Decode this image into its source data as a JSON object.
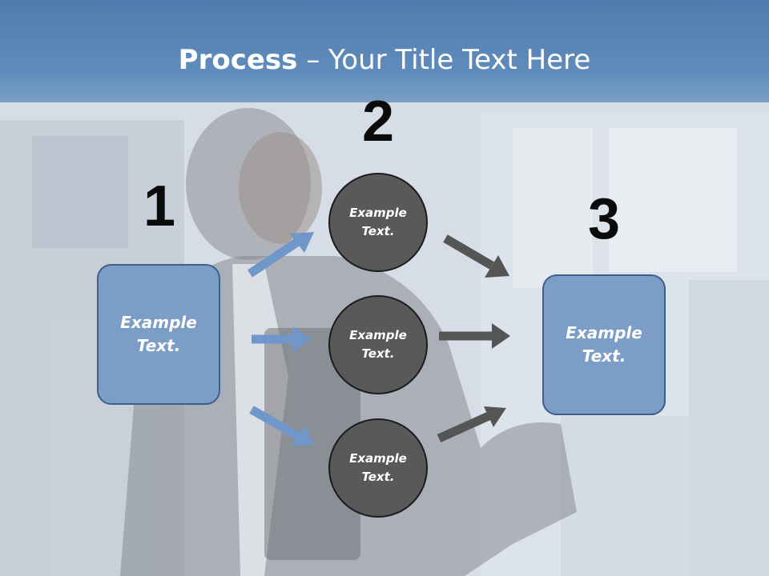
{
  "title": {
    "strong": "Process",
    "dash": " – ",
    "rest": "Your Title Text Here"
  },
  "steps": {
    "one": "1",
    "two": "2",
    "three": "3"
  },
  "left_box": {
    "text": "Example Text."
  },
  "right_box": {
    "text": "Example Text."
  },
  "circles": [
    {
      "text": "Example Text."
    },
    {
      "text": "Example Text."
    },
    {
      "text": "Example Text."
    }
  ],
  "colors": {
    "header": "#5b88b8",
    "box_fill": "#7c9dc6",
    "box_border": "#3c5f8e",
    "circle_fill": "#595959",
    "arrow_blue": "#6f97c9",
    "arrow_gray": "#555555"
  }
}
